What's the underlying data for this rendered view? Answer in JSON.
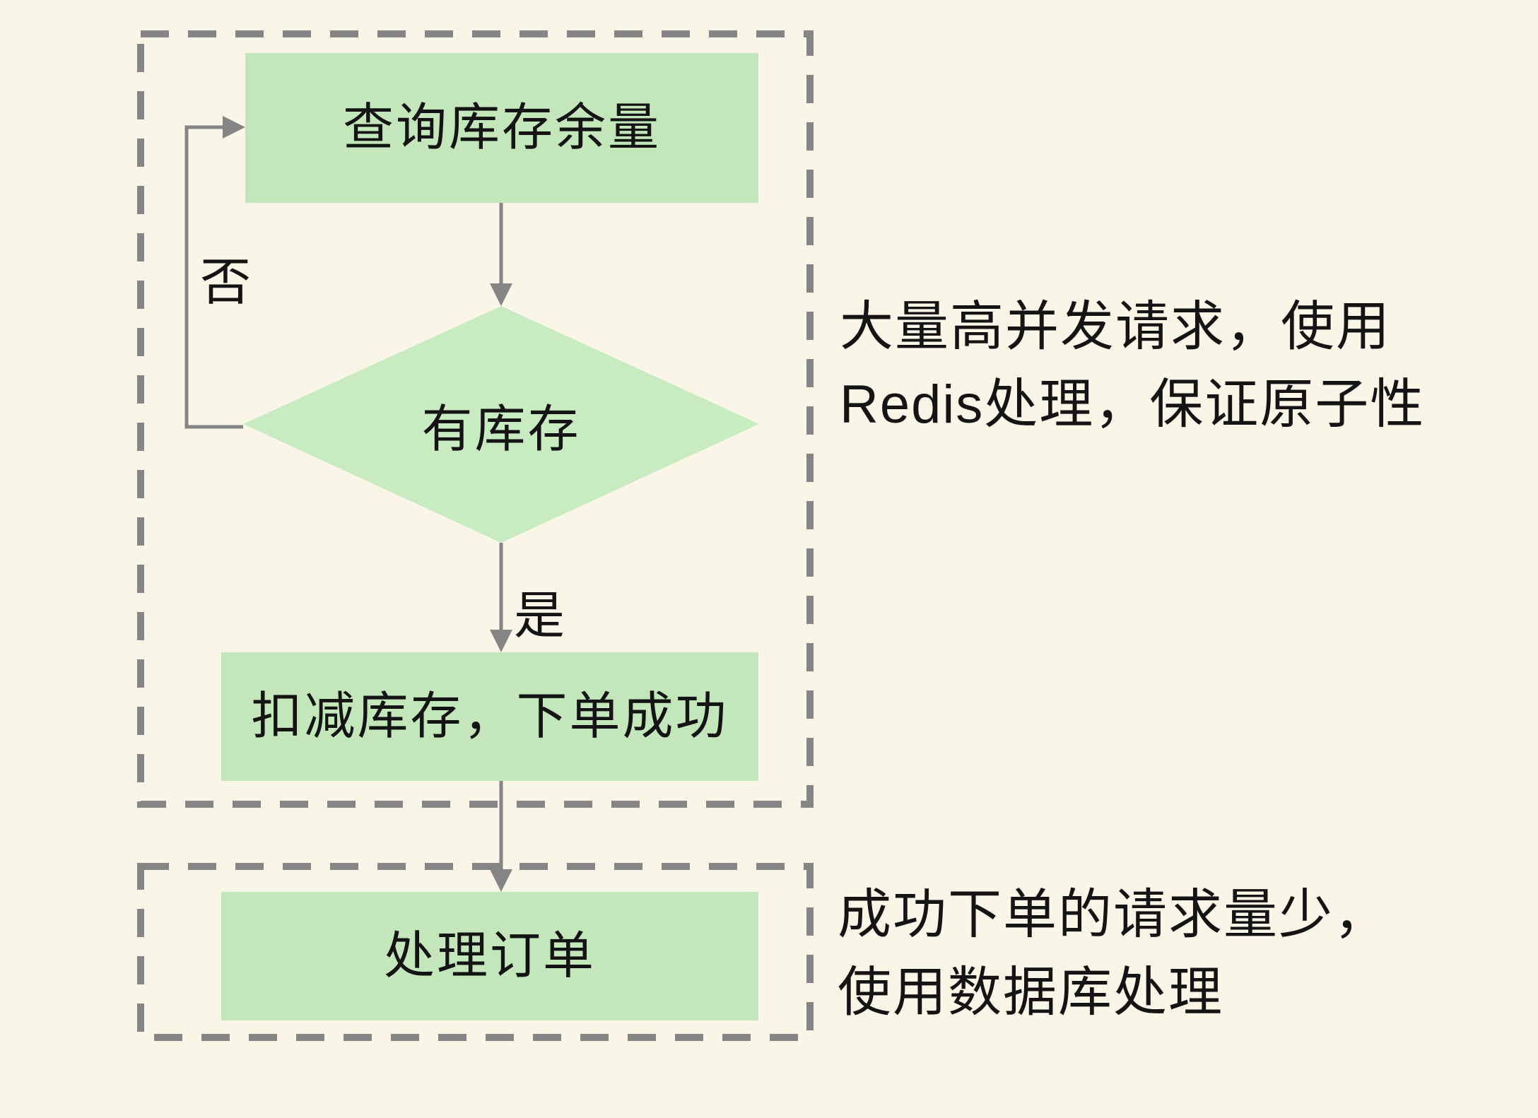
{
  "palette": {
    "background": "#f9f6e7",
    "node_fill": "#c3e6bb",
    "diamond_fill": "#c9ebc2",
    "line_color": "#858585",
    "text_color": "#141414"
  },
  "diagram": {
    "phase1": {
      "query_label": "查询库存余量",
      "decision_label": "有库存",
      "deduct_label": "扣减库存，下单成功",
      "no_label": "否",
      "yes_label": "是",
      "annotation_line1": "大量高并发请求，使用",
      "annotation_line2": "Redis处理，保证原子性"
    },
    "phase2": {
      "process_label": "处理订单",
      "annotation_line1": "成功下单的请求量少，",
      "annotation_line2": "使用数据库处理"
    }
  }
}
